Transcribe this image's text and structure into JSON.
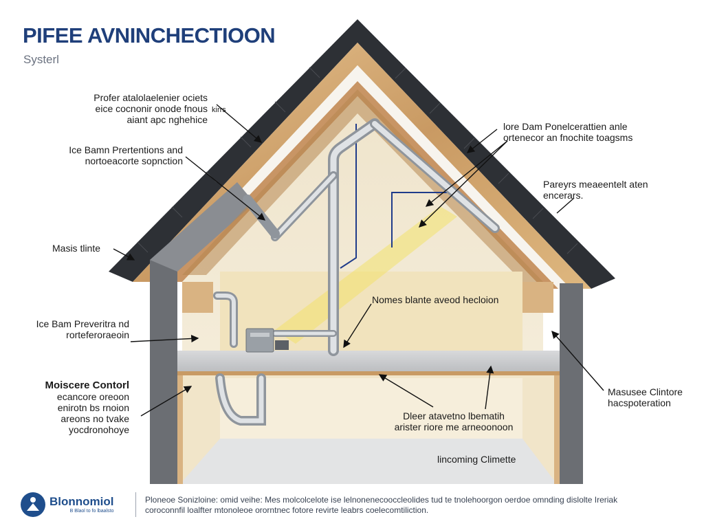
{
  "header": {
    "title": "PIFEE AVNINCHECTIOON",
    "subtitle": "Systerl"
  },
  "callouts": {
    "top_left": [
      "Profer atalolaelenier ociets",
      "eice cocnonir onode fnous",
      "aiant apc nghehice"
    ],
    "top_left_tag": "kirrs",
    "ice_dam_left": [
      "Ice Bamn Prertentions and",
      "nortoeacorte sopnction"
    ],
    "masis": "Masis tlinte",
    "ice_dam_lower": [
      "Ice Bam Preveritra nd",
      "rorteferoraeoin"
    ],
    "moisture_left": [
      "Moiscere Contorl",
      "ecancore oreoon",
      "enirotn bs rnoion",
      "areons no tvake",
      "yocdronohoye"
    ],
    "ice_dam_right": [
      "lore Dam Ponelcerattien anle",
      "ortenecor an fnochite toagsms"
    ],
    "prayers": [
      "Pareyrs meaeentelt aten",
      "encerars."
    ],
    "attic_center": "Nomes blante aveod hecloion",
    "moisture_right": [
      "Masusee Clintore",
      "hacspoteration"
    ],
    "floor_center": [
      "Dleer atavetno lbematih",
      "arister riore me arneoonoon"
    ],
    "climate": "lincoming Climette"
  },
  "footer": {
    "brand_name": "Blonnomiol",
    "brand_tag": "B Blaol to fo lbaalsto",
    "lines": [
      "Ploneoe Sonizloine: omid veihe: Mes molcolcelote ise lelnonenecooccleolides tud te tnolehoorgon oerdoe omnding dislolte Ireriak",
      "coroconnfil loalfter mtonoleoe ororntnec fotore revirte leabrs coelecomtiliction."
    ]
  },
  "colors": {
    "title": "#1f3f7a",
    "brand": "#1f4e8c",
    "roof_shingle": "#2d3035",
    "wood": "#d9b382",
    "wall_gray": "#6b6e73",
    "insulation": "#f1e3bd",
    "pipe": "#b9bec4",
    "vapor_line": "#1f3b8a"
  },
  "icons": {
    "brand": "globe-person-icon",
    "fan_unit": "ventilation-fan-icon"
  }
}
